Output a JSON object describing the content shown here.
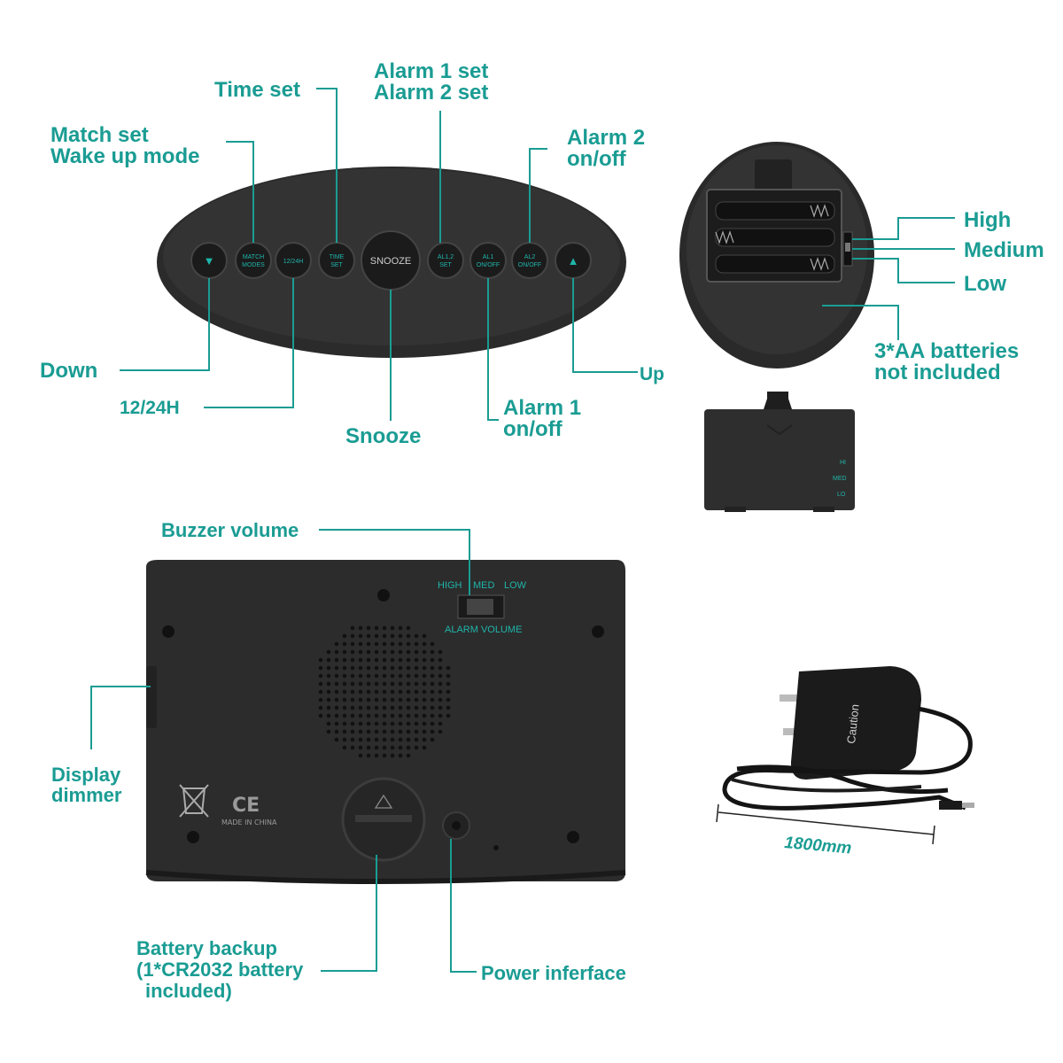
{
  "labels": {
    "alarm12_line1": "Alarm 1 set",
    "alarm12_line2": "Alarm 2 set",
    "time_set": "Time set",
    "match_line1": "Match set",
    "match_line2": "Wake up mode",
    "alarm2_line1": "Alarm 2",
    "alarm2_line2": "on/off",
    "down": "Down",
    "h1224": "12/24H",
    "snooze": "Snooze",
    "alarm1_line1": "Alarm 1",
    "alarm1_line2": "on/off",
    "up": "Up",
    "high": "High",
    "medium": "Medium",
    "low": "Low",
    "aa_line1": "3*AA batteries",
    "aa_line2": "not included",
    "buzzer": "Buzzer volume",
    "dimmer_line1": "Display",
    "dimmer_line2": "dimmer",
    "backup_line1": "Battery backup",
    "backup_line2": "(1*CR2032 battery",
    "backup_line3": "included)",
    "power": "Power inferface",
    "cable_length": "1800mm"
  },
  "buttons": {
    "down": "▼",
    "match_l1": "MATCH",
    "match_l2": "MODES",
    "h1224": "12/24H",
    "time_l1": "TIME",
    "time_l2": "SET",
    "snooze": "SNOOZE",
    "al12_l1": "AL1,2",
    "al12_l2": "SET",
    "al1_l1": "AL1",
    "al1_l2": "ON/OFF",
    "al2_l1": "AL2",
    "al2_l2": "ON/OFF",
    "up": "▲"
  },
  "cover_marks": {
    "hi": "HI",
    "med": "MED",
    "lo": "LO"
  },
  "switch": {
    "high": "HIGH",
    "med": "MED",
    "low": "LOW",
    "caption": "ALARM VOLUME"
  },
  "back_marks": {
    "ce": "CE",
    "made": "MADE IN CHINA"
  },
  "adapter_marks": {
    "caution": "Caution"
  },
  "colors": {
    "accent": "#1a9c93",
    "device": "#2a2a2a"
  }
}
